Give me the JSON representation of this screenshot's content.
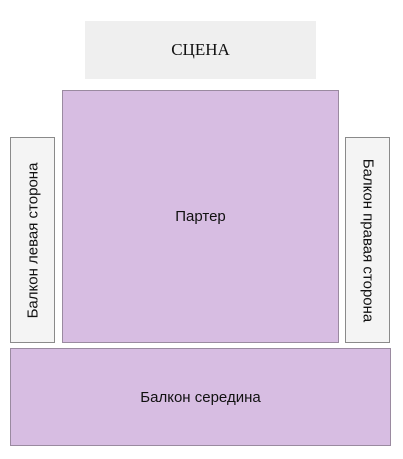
{
  "seating_map": {
    "stage_label": "СЦЕНА",
    "parter_label": "Партер",
    "balcony_left_label": "Балкон левая сторона",
    "balcony_right_label": "Балкон правая сторона",
    "balcony_middle_label": "Балкон середина"
  },
  "colors": {
    "stage_fill": "#efefef",
    "selected_section_fill": "#d7bde2",
    "side_section_fill": "#f4f4f4",
    "border": "#8a8a8a"
  }
}
